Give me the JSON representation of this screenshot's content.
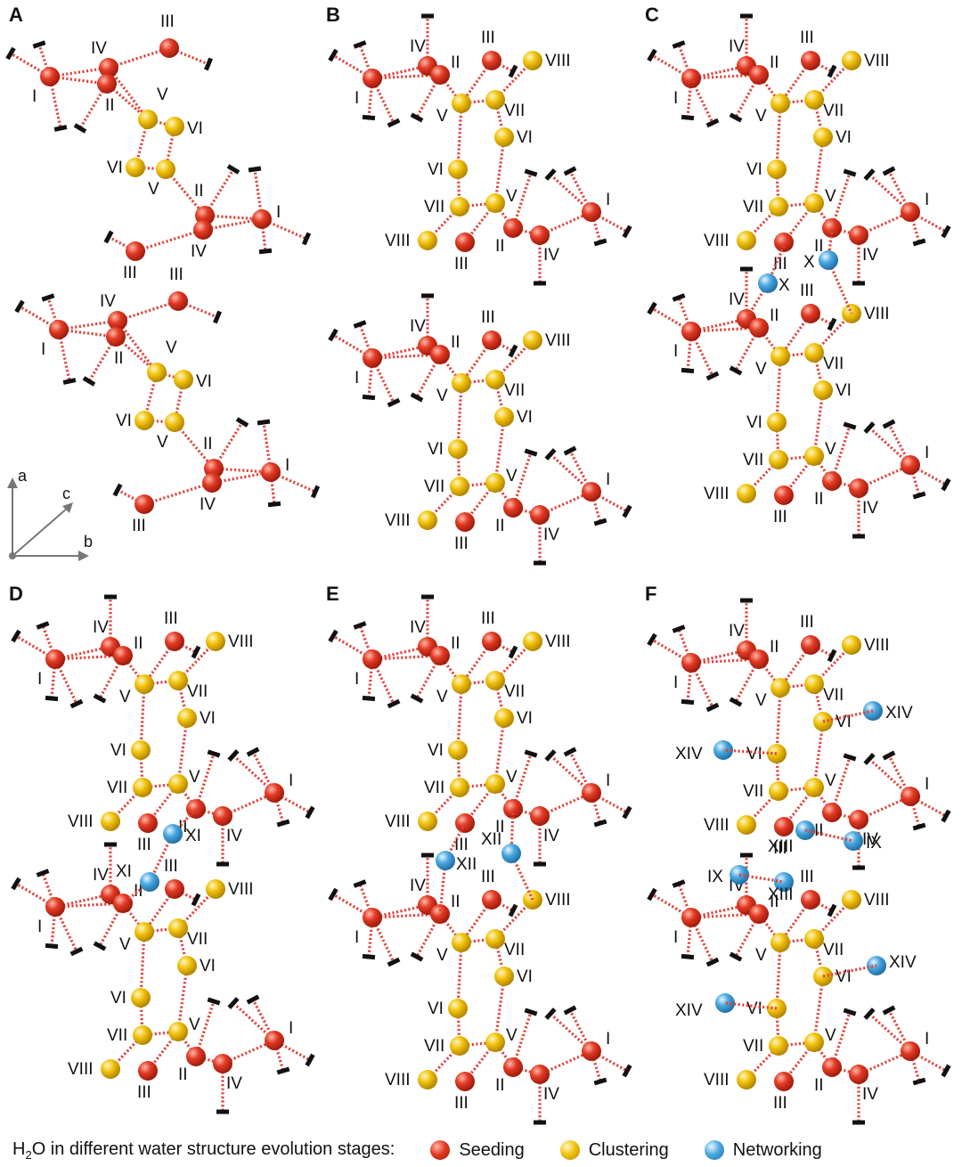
{
  "panels": [
    "A",
    "B",
    "C",
    "D",
    "E",
    "F"
  ],
  "axes": {
    "a": "a",
    "b": "b",
    "c": "c"
  },
  "legend": {
    "title_prefix": "H",
    "title_sub": "2",
    "title_suffix": "O in different water structure evolution stages:",
    "items": [
      {
        "label": "Seeding",
        "color": "#e23a24"
      },
      {
        "label": "Clustering",
        "color": "#f2c20c"
      },
      {
        "label": "Networking",
        "color": "#4aa8e0"
      }
    ]
  },
  "labels": {
    "I": "I",
    "II": "II",
    "III": "III",
    "IV": "IV",
    "V": "V",
    "VI": "VI",
    "VII": "VII",
    "VIII": "VIII",
    "IX": "IX",
    "X": "X",
    "XI": "XI",
    "XII": "XII",
    "XIII": "XIII",
    "XIV": "XIV"
  },
  "colors": {
    "seeding": "#e23a24",
    "clustering": "#f2c20c",
    "networking": "#4aa8e0",
    "bond": "#e0443c",
    "cap": "#111111"
  }
}
